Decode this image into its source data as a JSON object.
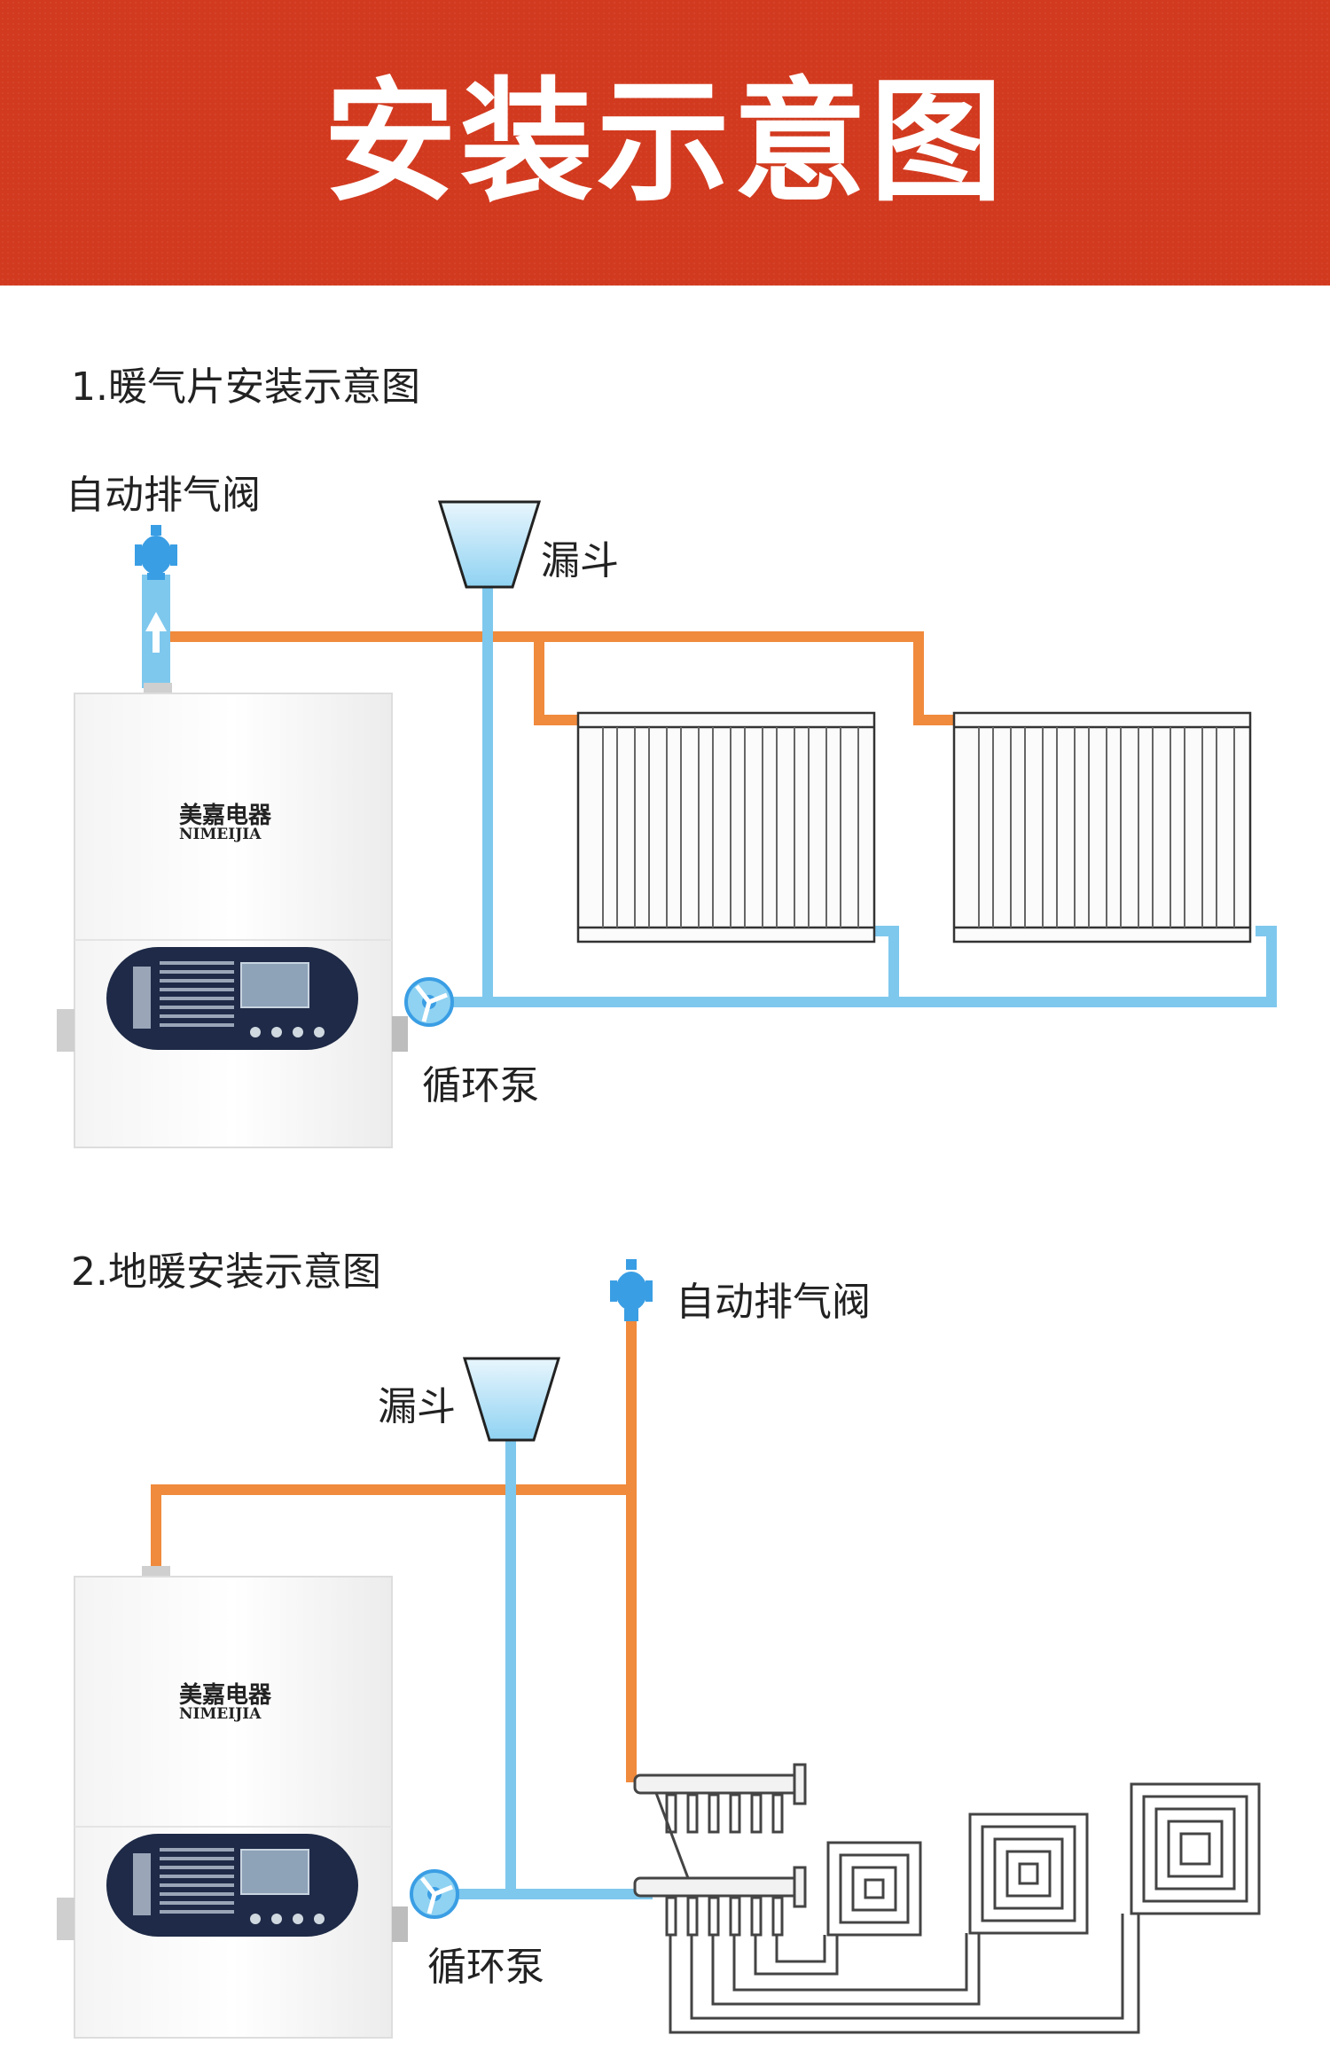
{
  "banner": {
    "title": "安装示意图"
  },
  "section1": {
    "title": "1.暖气片安装示意图",
    "labels": {
      "air_valve": "自动排气阀",
      "funnel": "漏斗",
      "pump": "循环泵"
    },
    "boiler": {
      "brand_cn": "美嘉电器",
      "brand_en": "NIMEIJIA"
    }
  },
  "section2": {
    "title": "2.地暖安装示意图",
    "labels": {
      "air_valve": "自动排气阀",
      "funnel": "漏斗",
      "pump": "循环泵"
    },
    "boiler": {
      "brand_cn": "美嘉电器",
      "brand_en": "NIMEIJIA"
    }
  },
  "colors": {
    "banner": "#d23a1f",
    "hot_pipe": "#f08a3c",
    "cold_pipe": "#7ec8ee",
    "valve": "#3a9ee4"
  }
}
